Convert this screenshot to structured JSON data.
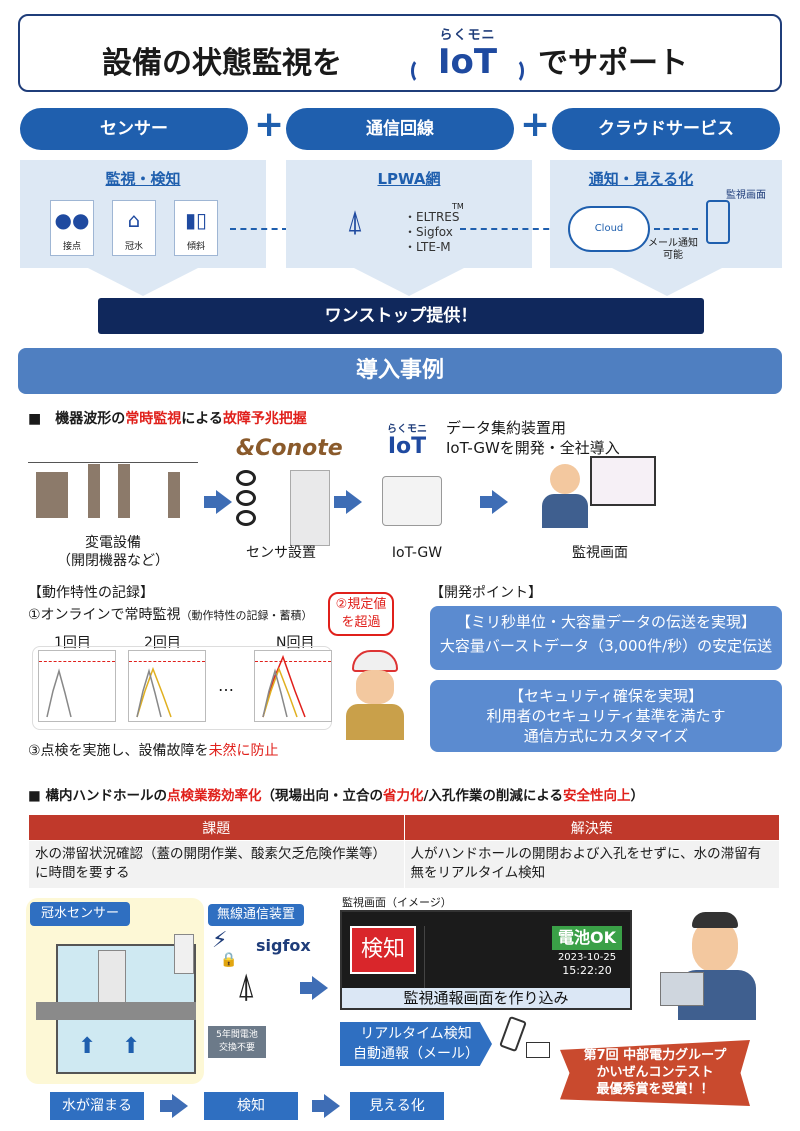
{
  "header": {
    "title_left": "設備の状態監視を",
    "title_right": "でサポート",
    "logo_top": "らくモニ",
    "logo_main": "IoT"
  },
  "services": [
    {
      "label": "センサー"
    },
    {
      "label": "通信回線"
    },
    {
      "label": "クラウドサービス"
    }
  ],
  "plus": "+",
  "panels": {
    "sensor": {
      "title": "監視・検知",
      "icons": [
        {
          "label": "接点",
          "icon": "contact-icon"
        },
        {
          "label": "冠水",
          "icon": "flood-icon"
        },
        {
          "label": "傾斜",
          "icon": "tilt-icon"
        }
      ]
    },
    "network": {
      "title": "LPWA網",
      "items": [
        "・ELTRES",
        "・Sigfox",
        "・LTE-M"
      ],
      "tm": "TM"
    },
    "cloud": {
      "title": "通知・見える化",
      "cloud_label": "Cloud",
      "mail_label": "メール通知\n可能",
      "screen_label": "監視画面"
    }
  },
  "onestop": "ワンストップ提供！",
  "case_banner": "導入事例",
  "case1": {
    "heading_parts": [
      "■　機器波形の",
      "常時監視",
      "による",
      "故障予兆把握"
    ],
    "conote": "&Conote",
    "iot_note_line1": "データ集約装置用",
    "iot_note_line2": "IoT-GWを開発・全社導入",
    "flow": [
      {
        "line1": "変電設備",
        "line2": "（開閉機器など）"
      },
      {
        "line1": "センサ設置",
        "line2": ""
      },
      {
        "line1": "IoT-GW",
        "line2": ""
      },
      {
        "line1": "監視画面",
        "line2": ""
      }
    ],
    "record_head": "【動作特性の記録】",
    "online_main": "①オンラインで常時監視",
    "online_sub": "（動作特性の記録・蓄積）",
    "exceed": "②規定値\nを超過",
    "charts": [
      "1回目",
      "2回目",
      "N回目"
    ],
    "ellipsis": "…",
    "check_parts": [
      "③点検を実施し、設備故障を",
      "未然に防止"
    ],
    "dev_head": "【開発ポイント】",
    "dev_points": [
      {
        "line1": "【ミリ秒単位・大容量データの伝送を実現】",
        "line2": "大容量バーストデータ（3,000件/秒）の安定伝送"
      },
      {
        "line1": "【セキュリティ確保を実現】",
        "line2": "利用者のセキュリティ基準を満たす",
        "line3": "通信方式にカスタマイズ"
      }
    ]
  },
  "case2": {
    "heading_parts": [
      "■ 構内ハンドホールの",
      "点検業務効率化",
      "（現場出向・立合の",
      "省力化",
      "/入孔作業の削減による",
      "安全性向上",
      "）"
    ],
    "table": {
      "headers": [
        "課題",
        "解決策"
      ],
      "row": [
        "水の滞留状況確認（蓋の開閉作業、酸素欠乏危険作業等）に時間を要する",
        "人がハンドホールの開閉および入孔をせずに、水の滞留有無をリアルタイム検知"
      ]
    },
    "sensor_tag": "冠水センサー",
    "wireless_tag": "無線通信装置",
    "sigfox": "sigfox",
    "battery_note": "5年間電池\n交換不要",
    "monitor_caption": "監視画面（イメージ）",
    "monitor_detect": "検知",
    "monitor_battery": "電池OK",
    "monitor_date": "2023-10-25",
    "monitor_time": "15:22:20",
    "monitor_banner": "監視通報画面を作り込み",
    "realtime_line1": "リアルタイム検知",
    "realtime_line2": "自動通報（メール）",
    "flow": [
      "水が溜まる",
      "検知",
      "見える化"
    ],
    "award_line1": "第7回 中部電力グループ",
    "award_line2": "かいぜんコンテスト",
    "award_line3": "最優秀賞を受賞！！"
  },
  "colors": {
    "accent_blue": "#1f5fae",
    "navy": "#10285c",
    "alert_red": "#e0201b",
    "table_red": "#c0392b",
    "green_ok": "#2c8a2c"
  }
}
